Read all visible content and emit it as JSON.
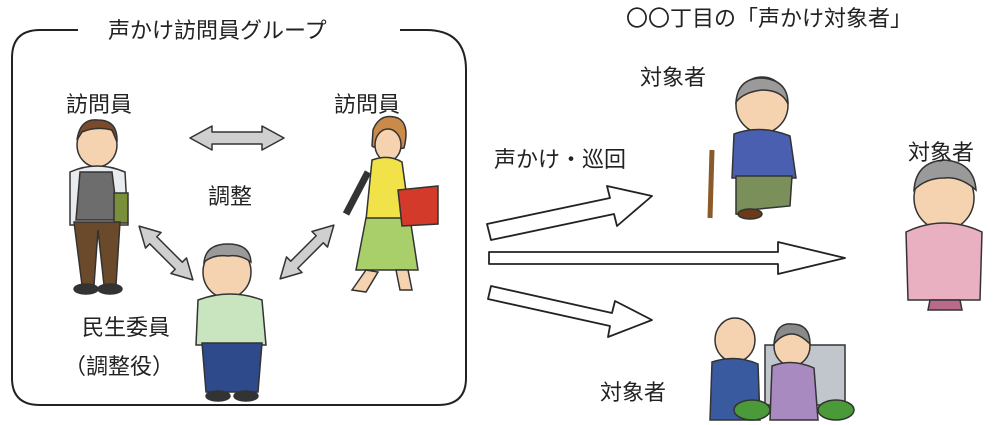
{
  "group": {
    "title": "声かけ訪問員グループ",
    "visitor_left": "訪問員",
    "visitor_right": "訪問員",
    "coordination": "調整",
    "welfare_commissioner_line1": "民生委員",
    "welfare_commissioner_line2": "（調整役）"
  },
  "targets": {
    "title": "〇〇丁目の「声かけ対象者」",
    "target_top": "対象者",
    "target_right": "対象者",
    "target_bottom": "対象者"
  },
  "action": {
    "label": "声かけ・巡回"
  }
}
